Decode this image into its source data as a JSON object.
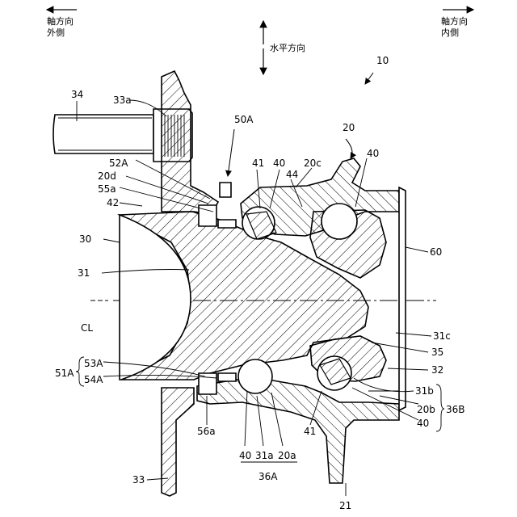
{
  "directions": {
    "axial_outer": "軸方向\n外側",
    "axial_inner": "軸方向\n内側",
    "horizontal": "水平方向"
  },
  "labels": {
    "l10": "10",
    "l20": "20",
    "l20a": "20a",
    "l20b": "20b",
    "l20c": "20c",
    "l20d": "20d",
    "l21": "21",
    "l30": "30",
    "l31": "31",
    "l31a": "31a",
    "l31b": "31b",
    "l31c": "31c",
    "l32": "32",
    "l33": "33",
    "l33a": "33a",
    "l34": "34",
    "l35": "35",
    "l36A": "36A",
    "l36B": "36B",
    "l40a": "40",
    "l40b": "40",
    "l40c": "40",
    "l40d": "40",
    "l41a": "41",
    "l41b": "41",
    "l42": "42",
    "l44": "44",
    "l50A": "50A",
    "l51A": "51A",
    "l52A": "52A",
    "l53A": "53A",
    "l54A": "54A",
    "l55a": "55a",
    "l56a": "56a",
    "l60": "60",
    "lCL": "CL"
  }
}
